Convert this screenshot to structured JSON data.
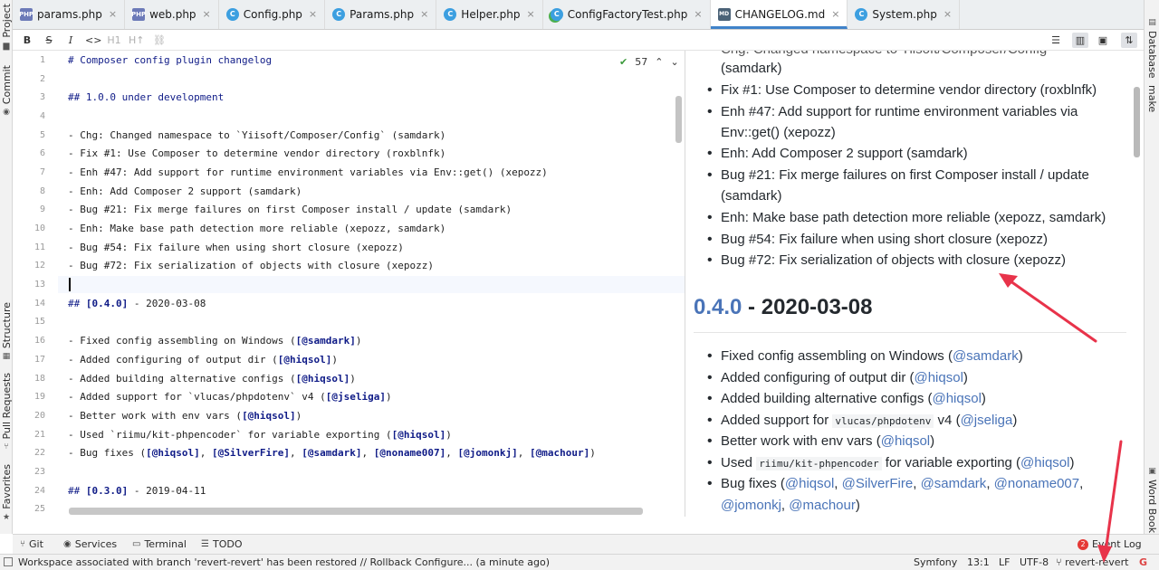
{
  "left_tools": [
    {
      "label": "Project",
      "icon": "folder-icon"
    },
    {
      "label": "Commit",
      "icon": "commit-icon"
    },
    {
      "label": "Structure",
      "icon": "structure-icon"
    },
    {
      "label": "Pull Requests",
      "icon": "pull-request-icon"
    },
    {
      "label": "Favorites",
      "icon": "star-icon"
    }
  ],
  "right_tools": [
    {
      "label": "Database",
      "icon": "database-icon"
    },
    {
      "label": "make",
      "icon": "make-icon"
    },
    {
      "label": "Word Book",
      "icon": "book-icon"
    }
  ],
  "tabs": [
    {
      "label": "params.php",
      "icon_text": "PHP"
    },
    {
      "label": "web.php",
      "icon_text": "PHP"
    },
    {
      "label": "Config.php",
      "icon_text": "C"
    },
    {
      "label": "Params.php",
      "icon_text": "C"
    },
    {
      "label": "Helper.php",
      "icon_text": "C"
    },
    {
      "label": "ConfigFactoryTest.php",
      "icon_text": "C"
    },
    {
      "label": "CHANGELOG.md",
      "icon_text": "MD"
    },
    {
      "label": "System.php",
      "icon_text": "C"
    }
  ],
  "md_toolbar": {
    "bold": "B",
    "strike": "S",
    "italic": "I",
    "code": "<>",
    "h1": "H1",
    "h_up": "H↑",
    "link": "⛓"
  },
  "inspection": {
    "count": "57"
  },
  "editor": {
    "line_numbers": [
      "1",
      "2",
      "3",
      "4",
      "5",
      "6",
      "7",
      "8",
      "9",
      "10",
      "11",
      "12",
      "13",
      "14",
      "15",
      "16",
      "17",
      "18",
      "19",
      "20",
      "21",
      "22",
      "23",
      "24",
      "25"
    ],
    "lines": {
      "l1": "# Composer config plugin changelog",
      "l3": "## 1.0.0 under development",
      "l5": "- Chg: Changed namespace to `Yiisoft/Composer/Config` (samdark)",
      "l6": "- Fix #1: Use Composer to determine vendor directory (roxblnfk)",
      "l7": "- Enh #47: Add support for runtime environment variables via Env::get() (xepozz)",
      "l8": "- Enh: Add Composer 2 support (samdark)",
      "l9": "- Bug #21: Fix merge failures on first Composer install / update (samdark)",
      "l10": "- Enh: Make base path detection more reliable (xepozz, samdark)",
      "l11": "- Bug #54: Fix failure when using short closure (xepozz)",
      "l12": "- Bug #72: Fix serialization of objects with closure (xepozz)",
      "l14_a": "## ",
      "l14_b": "[0.4.0]",
      "l14_c": " - 2020-03-08",
      "l16_a": "- Fixed config assembling on Windows (",
      "l16_b": "[@samdark]",
      "l16_c": ")",
      "l17_a": "- Added configuring of output dir (",
      "l17_b": "[@hiqsol]",
      "l17_c": ")",
      "l18_a": "- Added building alternative configs (",
      "l18_b": "[@hiqsol]",
      "l18_c": ")",
      "l19_a": "- Added support for `vlucas/phpdotenv` v4 (",
      "l19_b": "[@jseliga]",
      "l19_c": ")",
      "l20_a": "- Better work with env vars (",
      "l20_b": "[@hiqsol]",
      "l20_c": ")",
      "l21_a": "- Used `riimu/kit-phpencoder` for variable exporting (",
      "l21_b": "[@hiqsol]",
      "l21_c": ")",
      "l22_a": "- Bug fixes (",
      "l22_b1": "[@hiqsol]",
      "l22_s1": ", ",
      "l22_b2": "[@SilverFire]",
      "l22_s2": ", ",
      "l22_b3": "[@samdark]",
      "l22_s3": ", ",
      "l22_b4": "[@noname007]",
      "l22_s4": ", ",
      "l22_b5": "[@jomonkj]",
      "l22_s5": ", ",
      "l22_b6": "[@machour]",
      "l22_c": ")",
      "l24_a": "## ",
      "l24_b": "[0.3.0]",
      "l24_c": " - 2019-04-11"
    }
  },
  "preview": {
    "partial_top": "Chg: Changed namespace to Yiisoft/Composer/Config",
    "items_a": [
      "(samdark)",
      "Fix #1: Use Composer to determine vendor directory (roxblnfk)",
      "Enh #47: Add support for runtime environment variables via",
      "Env::get() (xepozz)",
      "Enh: Add Composer 2 support (samdark)",
      "Bug #21: Fix merge failures on first Composer install / update",
      "(samdark)",
      "Enh: Make base path detection more reliable (xepozz, samdark)",
      "Bug #54: Fix failure when using short closure (xepozz)",
      "Bug #72: Fix serialization of objects with closure (xepozz)"
    ],
    "heading_version": "0.4.0",
    "heading_rest": " - 2020-03-08",
    "b1_text": "Fixed config assembling on Windows (",
    "b1_user": "@samdark",
    "b2_text": "Added configuring of output dir (",
    "b2_user": "@hiqsol",
    "b3_text": "Added building alternative configs (",
    "b3_user": "@hiqsol",
    "b4_text": "Added support for ",
    "b4_code": "vlucas/phpdotenv",
    "b4_mid": " v4 (",
    "b4_user": "@jseliga",
    "b5_text": "Better work with env vars (",
    "b5_user": "@hiqsol",
    "b6_text": "Used ",
    "b6_code": "riimu/kit-phpencoder",
    "b6_mid": " for variable exporting (",
    "b6_user": "@hiqsol",
    "b7_text": "Bug fixes (",
    "b7_u1": "@hiqsol",
    "b7_u2": "@SilverFire",
    "b7_u3": "@samdark",
    "b7_u4": "@noname007",
    "b7_u5": "@jomonkj",
    "b7_u6": "@machour",
    "sep": ", ",
    "close": ")"
  },
  "bottom_tools": {
    "git": "Git",
    "services": "Services",
    "terminal": "Terminal",
    "todo": "TODO",
    "event_log": "Event Log",
    "event_count": "2"
  },
  "status": {
    "message": "Workspace associated with branch 'revert-revert' has been restored // Rollback   Configure... (a minute ago)",
    "framework": "Symfony",
    "position": "13:1",
    "line_sep": "LF",
    "encoding": "UTF-8",
    "branch": "revert-revert",
    "g": "G"
  },
  "colors": {
    "accent": "#4083c9",
    "link": "#4a74b8",
    "annotation": "#e8334a"
  }
}
